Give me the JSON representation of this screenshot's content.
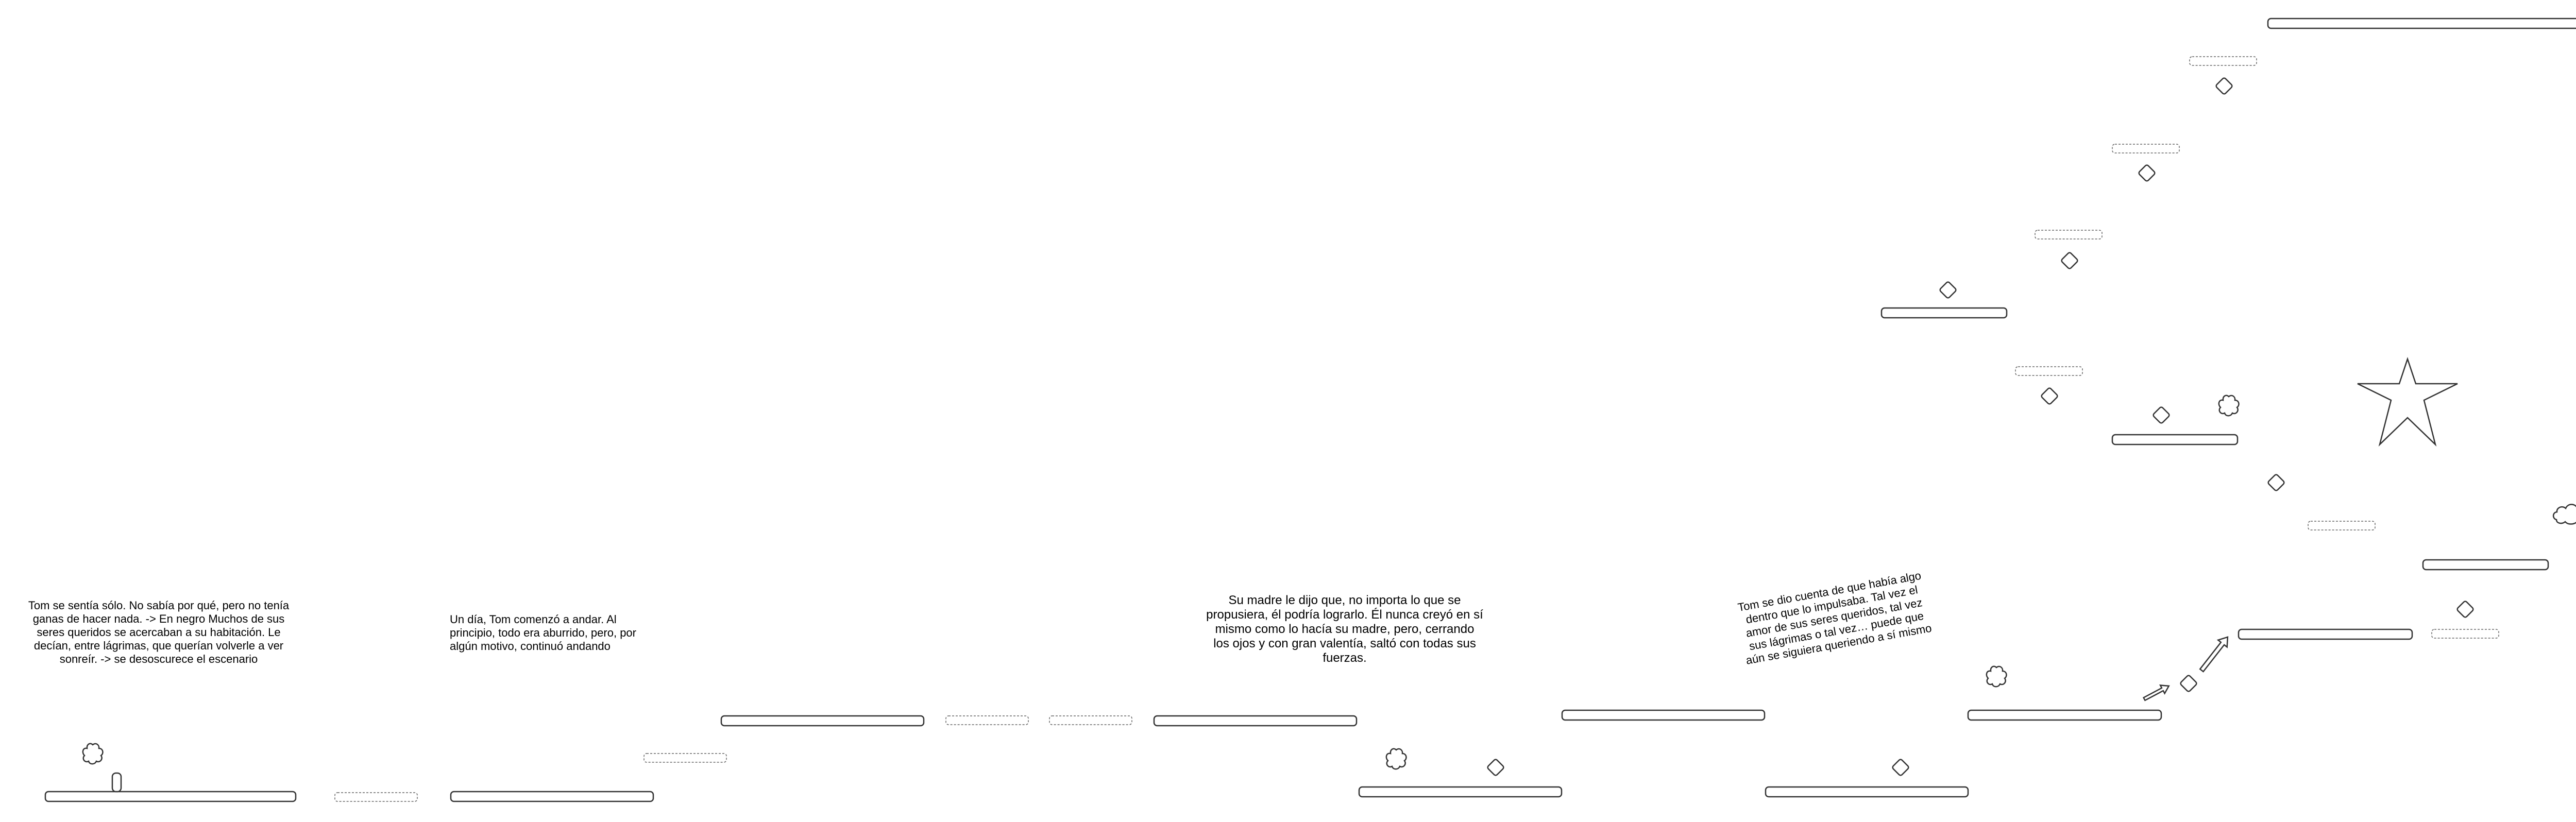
{
  "story_texts": [
    "Tom se sentía sólo. No sabía por qué, pero no tenía ganas de hacer nada. -> En negro Muchos de sus seres queridos se acercaban a su habitación. Le decían, entre lágrimas, que querían volverle a ver sonreír. -> se desoscurece el escenario",
    "Un día, Tom comenzó a andar. Al principio, todo era aburrido, pero, por algún motivo, continuó andando",
    "Su madre le dijo que, no importa lo que se propusiera, él podría lograrlo. Él nunca creyó en sí mismo como lo hacía su madre, pero, cerrando los ojos y con gran valentía, saltó con todas sus fuerzas.",
    "Tom se dio cuenta de que había algo dentro que lo impulsaba. Tal vez el amor de sus seres queridos, tal vez sus lágrimas o tal vez… puede que aún se siguiera queriendo a sí mismo"
  ],
  "sprites": {
    "player": "player-capsule",
    "collectible": "diamond-gem",
    "decoration": "flower-bush",
    "cloud": "cloud-shape",
    "goal": "star-goal",
    "booster": "arrow-booster"
  },
  "colors": {
    "background": "#ffffff",
    "outline": "#333333",
    "ghost_outline": "#666666",
    "text": "#000000"
  }
}
